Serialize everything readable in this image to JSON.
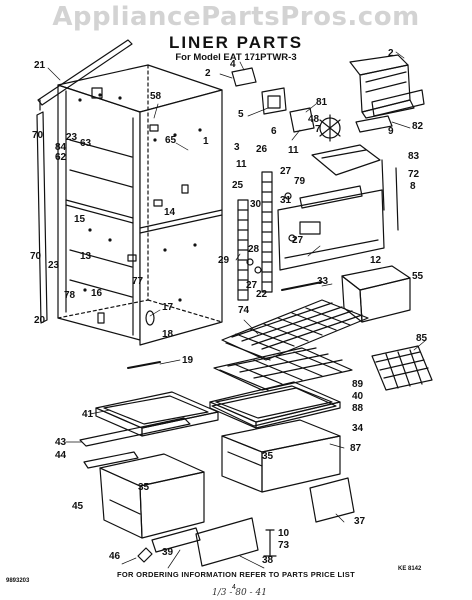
{
  "watermark": "AppliancePartsPros.com",
  "title": "LINER PARTS",
  "subtitle": "For Model EAT 171PTWR-3",
  "footer": "FOR ORDERING INFORMATION REFER TO PARTS PRICE LIST",
  "code_left": "9893203",
  "code_right": "KE 8142",
  "page_number": "4",
  "handwriting": "1/3 - 80 - 41",
  "callouts": [
    "21",
    "2",
    "4",
    "2",
    "58",
    "70",
    "84",
    "23",
    "63",
    "62",
    "65",
    "1",
    "5",
    "6",
    "3",
    "26",
    "48",
    "81",
    "7",
    "11",
    "9",
    "82",
    "83",
    "72",
    "8",
    "27",
    "79",
    "31",
    "25",
    "11",
    "15",
    "13",
    "14",
    "30",
    "28",
    "29",
    "27",
    "27",
    "22",
    "12",
    "70",
    "23",
    "77",
    "33",
    "78",
    "16",
    "17",
    "55",
    "20",
    "74",
    "18",
    "85",
    "19",
    "89",
    "40",
    "88",
    "34",
    "41",
    "43",
    "44",
    "35",
    "87",
    "35",
    "45",
    "37",
    "10",
    "73",
    "38",
    "39",
    "46"
  ],
  "parts": [
    {
      "id": "cabinet-liner",
      "name": "Liner"
    },
    {
      "id": "freezer-shelf",
      "name": "Shelf"
    },
    {
      "id": "crisper-pan",
      "name": "Crisper pan"
    },
    {
      "id": "meat-pan",
      "name": "Meat pan"
    },
    {
      "id": "evaporator-cover",
      "name": "Cover"
    }
  ],
  "icons": {
    "diagram": "exploded-parts-diagram"
  }
}
